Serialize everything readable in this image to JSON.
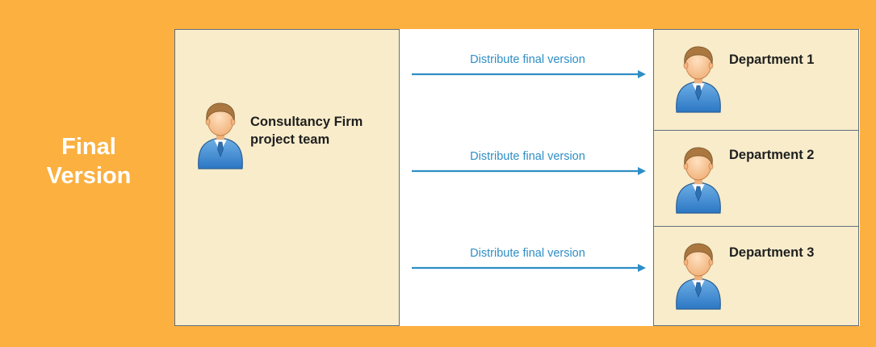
{
  "side_label": {
    "line1": "Final",
    "line2": "Version"
  },
  "team": {
    "icon": "person-icon",
    "label_line1": "Consultancy Firm",
    "label_line2": "project team"
  },
  "flows": [
    {
      "label": "Distribute final version"
    },
    {
      "label": "Distribute final version"
    },
    {
      "label": "Distribute final version"
    }
  ],
  "departments": [
    {
      "label": "Department 1",
      "icon": "person-icon"
    },
    {
      "label": "Department 2",
      "icon": "person-icon"
    },
    {
      "label": "Department 3",
      "icon": "person-icon"
    }
  ],
  "colors": {
    "background": "#fbb040",
    "box_fill": "#f8ecca",
    "box_border": "#5f7080",
    "arrow": "#2e8ec6",
    "label_text": "#ffffff"
  }
}
